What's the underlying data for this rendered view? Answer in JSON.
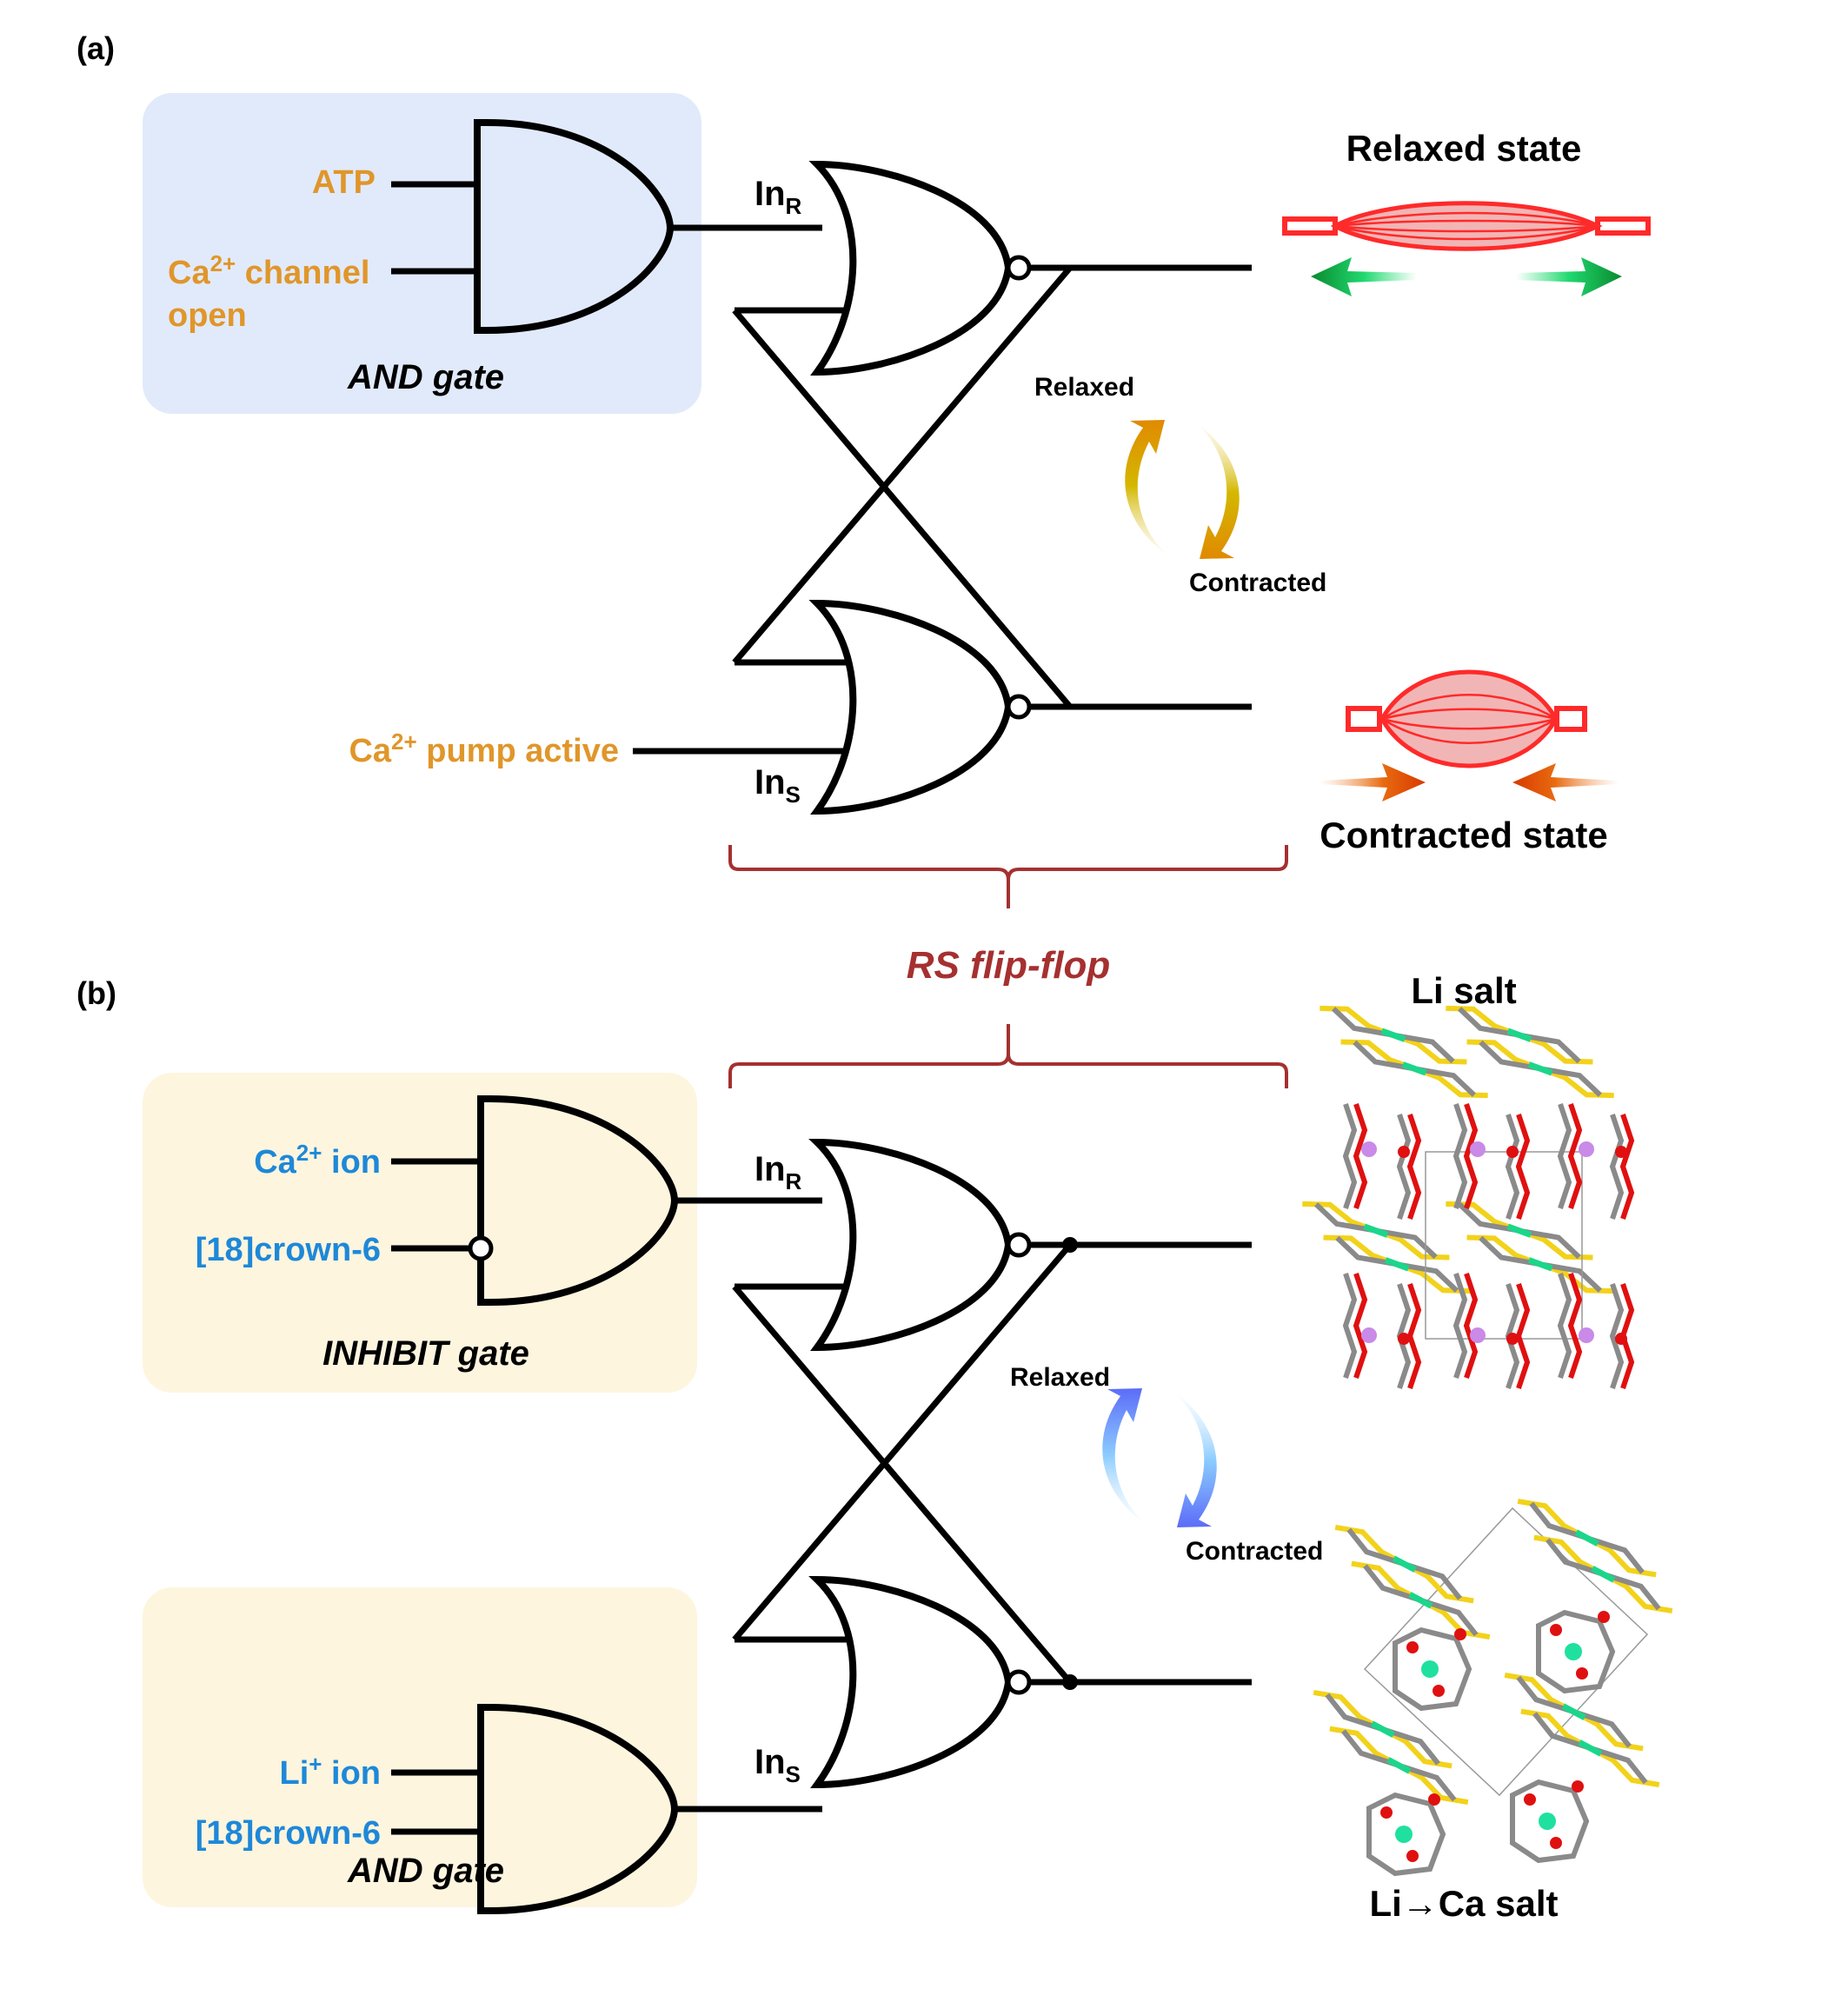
{
  "panel_a": {
    "label": "(a)",
    "and_gate": {
      "name": "AND gate",
      "inputs": [
        "ATP",
        "Ca",
        "2+",
        " channel",
        "open"
      ]
    },
    "in_r": {
      "main": "In",
      "sub": "R"
    },
    "in_s": {
      "main": "In",
      "sub": "S"
    },
    "pump_input": {
      "pre": "Ca",
      "sup": "2+",
      "post": " pump active"
    },
    "relaxed_state": "Relaxed state",
    "contracted_state": "Contracted state",
    "cycle": {
      "top": "Relaxed",
      "bottom": "Contracted"
    },
    "colors": {
      "box": "#E1EAFB",
      "input_text": "#E0962A",
      "cycle_arrow": "#E08A00"
    }
  },
  "rs_flipflop": {
    "label": "RS flip-flop",
    "color": "#A53030"
  },
  "panel_b": {
    "label": "(b)",
    "inhibit_gate": {
      "name": "INHIBIT gate",
      "input1": {
        "pre": "Ca",
        "sup": "2+",
        "post": " ion"
      },
      "input2": "[18]crown-6"
    },
    "and_gate": {
      "name": "AND gate",
      "input1": {
        "pre": "Li",
        "sup": "+",
        "post": " ion"
      },
      "input2": "[18]crown-6"
    },
    "in_r": {
      "main": "In",
      "sub": "R"
    },
    "in_s": {
      "main": "In",
      "sub": "S"
    },
    "cycle": {
      "top": "Relaxed",
      "bottom": "Contracted"
    },
    "li_salt": "Li salt",
    "lica_salt": "Li→Ca salt",
    "colors": {
      "box": "#FDF5DE",
      "input_text": "#1E88D8",
      "cycle_arrow": "#5B7CFA"
    }
  }
}
